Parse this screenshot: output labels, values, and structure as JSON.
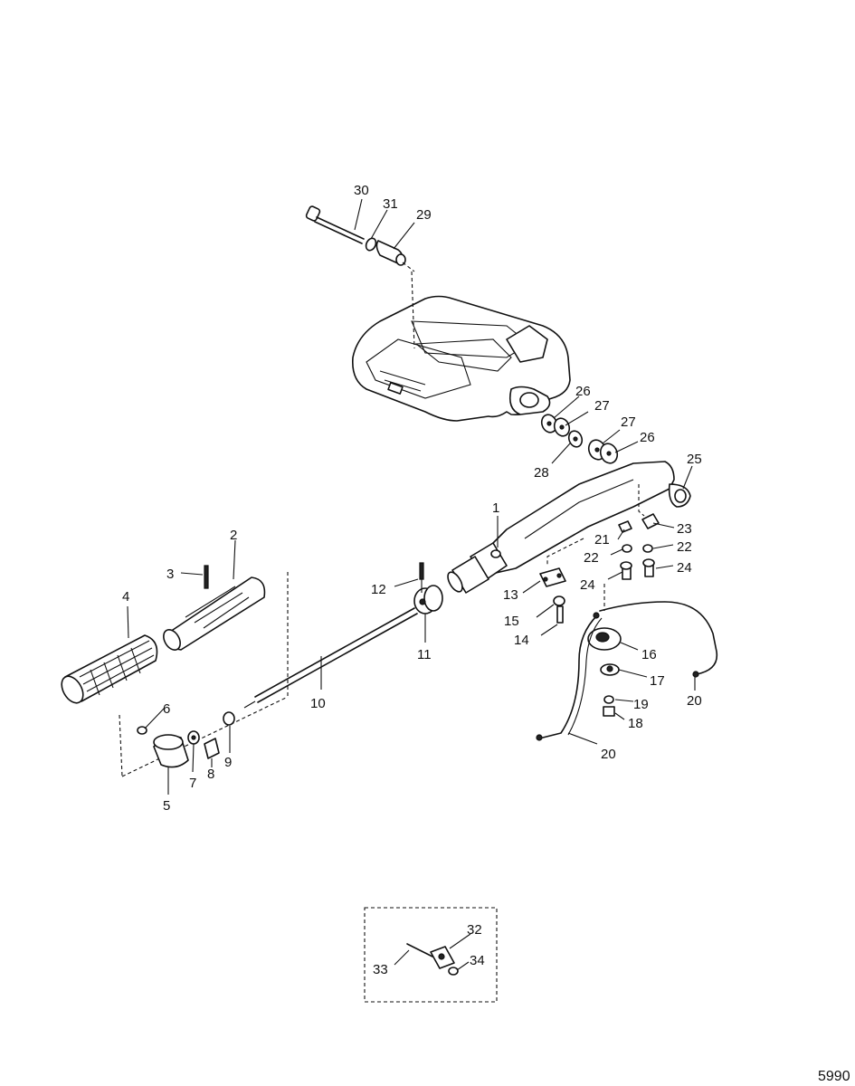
{
  "callouts": {
    "c1": "1",
    "c2": "2",
    "c3": "3",
    "c4": "4",
    "c5": "5",
    "c6": "6",
    "c7": "7",
    "c8": "8",
    "c9": "9",
    "c10": "10",
    "c11": "11",
    "c12": "12",
    "c13": "13",
    "c14": "14",
    "c15": "15",
    "c16": "16",
    "c17": "17",
    "c18": "18",
    "c19": "19",
    "c20a": "20",
    "c20b": "20",
    "c21": "21",
    "c22a": "22",
    "c22b": "22",
    "c23": "23",
    "c24a": "24",
    "c24b": "24",
    "c25": "25",
    "c26a": "26",
    "c26b": "26",
    "c27a": "27",
    "c27b": "27",
    "c28": "28",
    "c29": "29",
    "c30": "30",
    "c31": "31",
    "c32": "32",
    "c33": "33",
    "c34": "34"
  },
  "figure_code": "5990"
}
